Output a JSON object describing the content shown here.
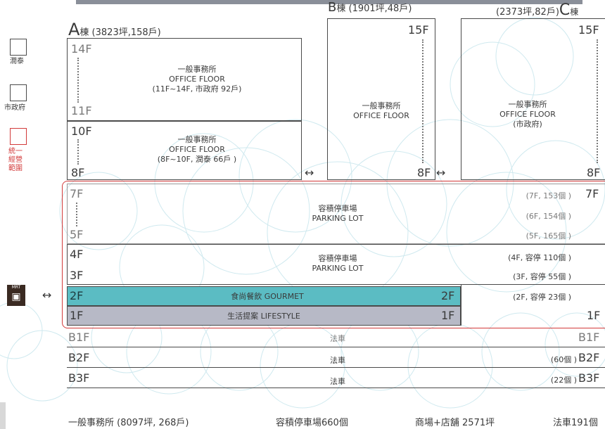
{
  "legend": [
    {
      "label": "潤泰",
      "color": "#4a4a4a"
    },
    {
      "label": "市政府",
      "color": "#4a4a4a"
    },
    {
      "label": "統一\n經營\n範圍",
      "color": "#d23a3a"
    }
  ],
  "mrt_label": "MRT",
  "buildings": {
    "a": {
      "letter": "A",
      "title": "棟 (3823坪,158戶)"
    },
    "b": {
      "letter": "B",
      "title": "棟 (1901坪,48戶)"
    },
    "c": {
      "letter": "C",
      "title": "(2373坪,82戶)",
      "suffix": "棟"
    }
  },
  "floors": {
    "a_14f": "14F",
    "a_11f": "11F",
    "a_10f": "10F",
    "a_8f": "8F",
    "b_15f": "15F",
    "b_8f": "8F",
    "c_15f": "15F",
    "c_8f": "8F",
    "p_7f": "7F",
    "p_5f": "5F",
    "p_7f_right": "7F",
    "p_4f": "4F",
    "p_3f": "3F",
    "p_2f": "2F",
    "p_1f": "1F",
    "g_2f_right": "2F",
    "g_1f_right": "1F",
    "c_1f": "1F",
    "b1f": "B1F",
    "b2f": "B2F",
    "b3f": "B3F",
    "b1f_right": "B1F",
    "b2f_right": "B2F",
    "b3f_right": "B3F"
  },
  "office_a_top": {
    "l1": "一般事務所",
    "l2": "OFFICE FLOOR",
    "l3": "(11F~14F, 市政府 92戶)"
  },
  "office_a_bottom": {
    "l1": "一般事務所",
    "l2": "OFFICE FLOOR",
    "l3": "(8F~10F, 潤泰 66戶 )"
  },
  "office_b": {
    "l1": "一般事務所",
    "l2": "OFFICE FLOOR"
  },
  "office_c": {
    "l1": "一般事務所",
    "l2": "OFFICE FLOOR",
    "l3": "(市政府)"
  },
  "parking_upper": {
    "l1": "容積停車場",
    "l2": "PARKING LOT"
  },
  "parking_lower": {
    "l1": "容積停車場",
    "l2": "PARKING LOT"
  },
  "parking_notes": {
    "n7": "(7F, 153個 )",
    "n6": "(6F, 154個 )",
    "n5": "(5F, 165個 )",
    "n4": "(4F, 容停 110個 )",
    "n3": "(3F, 容停 55個 )",
    "n2": "(2F, 容停 23個 )"
  },
  "gourmet": "食尚餐飲 GOURMET",
  "lifestyle": "生活提案 LIFESTYLE",
  "basement": {
    "b1": "法車",
    "b2": "法車",
    "b3": "法車",
    "b2_note": "(60個 )",
    "b3_note": "(22個 )"
  },
  "summary": {
    "office": "一般事務所 (8097坪, 268戶)",
    "parking": "容積停車場660個",
    "retail": "商場+店舖 2571坪",
    "legal": "法車191個"
  },
  "colors": {
    "gourmet": "#5bbcc3",
    "lifestyle": "#b7b9c6",
    "red": "#d23a3a",
    "circle": "#bfe3ea"
  }
}
